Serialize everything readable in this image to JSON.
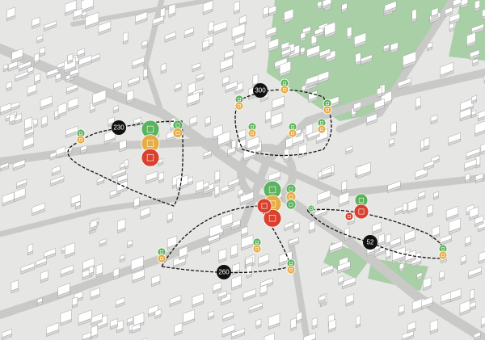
{
  "map": {
    "colors": {
      "background": "#e6e6e4",
      "road": "#c9c9c7",
      "park": "#a8cfa6",
      "building": "#ffffff",
      "marker_green": "#5bb35e",
      "marker_yellow": "#e7ad45",
      "marker_red": "#d9412e",
      "route_label": "#111111"
    },
    "routes": [
      {
        "label": "230"
      },
      {
        "label": "300"
      },
      {
        "label": "260"
      },
      {
        "label": "52"
      }
    ],
    "marker_icons": [
      "tree-icon",
      "building-icon",
      "fire-icon"
    ]
  }
}
